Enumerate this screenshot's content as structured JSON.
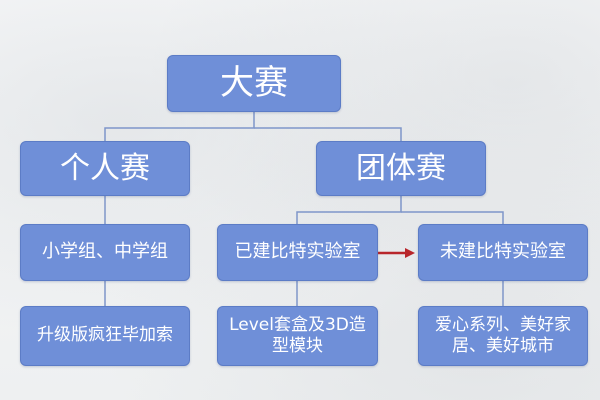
{
  "diagram": {
    "root": {
      "label": "大赛"
    },
    "individual": {
      "label": "个人赛"
    },
    "team": {
      "label": "团体赛"
    },
    "school_groups": {
      "label": "小学组、中学组"
    },
    "upgrade_bonus": {
      "label": "升级版疯狂毕加索"
    },
    "has_lab": {
      "label": "已建比特实验室"
    },
    "no_lab": {
      "label": "未建比特实验室"
    },
    "level_kit": {
      "label": "Level套盒及3D造型模块"
    },
    "love_series": {
      "label": "爱心系列、美好家居、美好城市"
    }
  },
  "colors": {
    "node_fill": "#6f8fd8",
    "node_border": "#5c7cc6",
    "connector": "#7f96c9",
    "arrow": "#b8262b"
  }
}
